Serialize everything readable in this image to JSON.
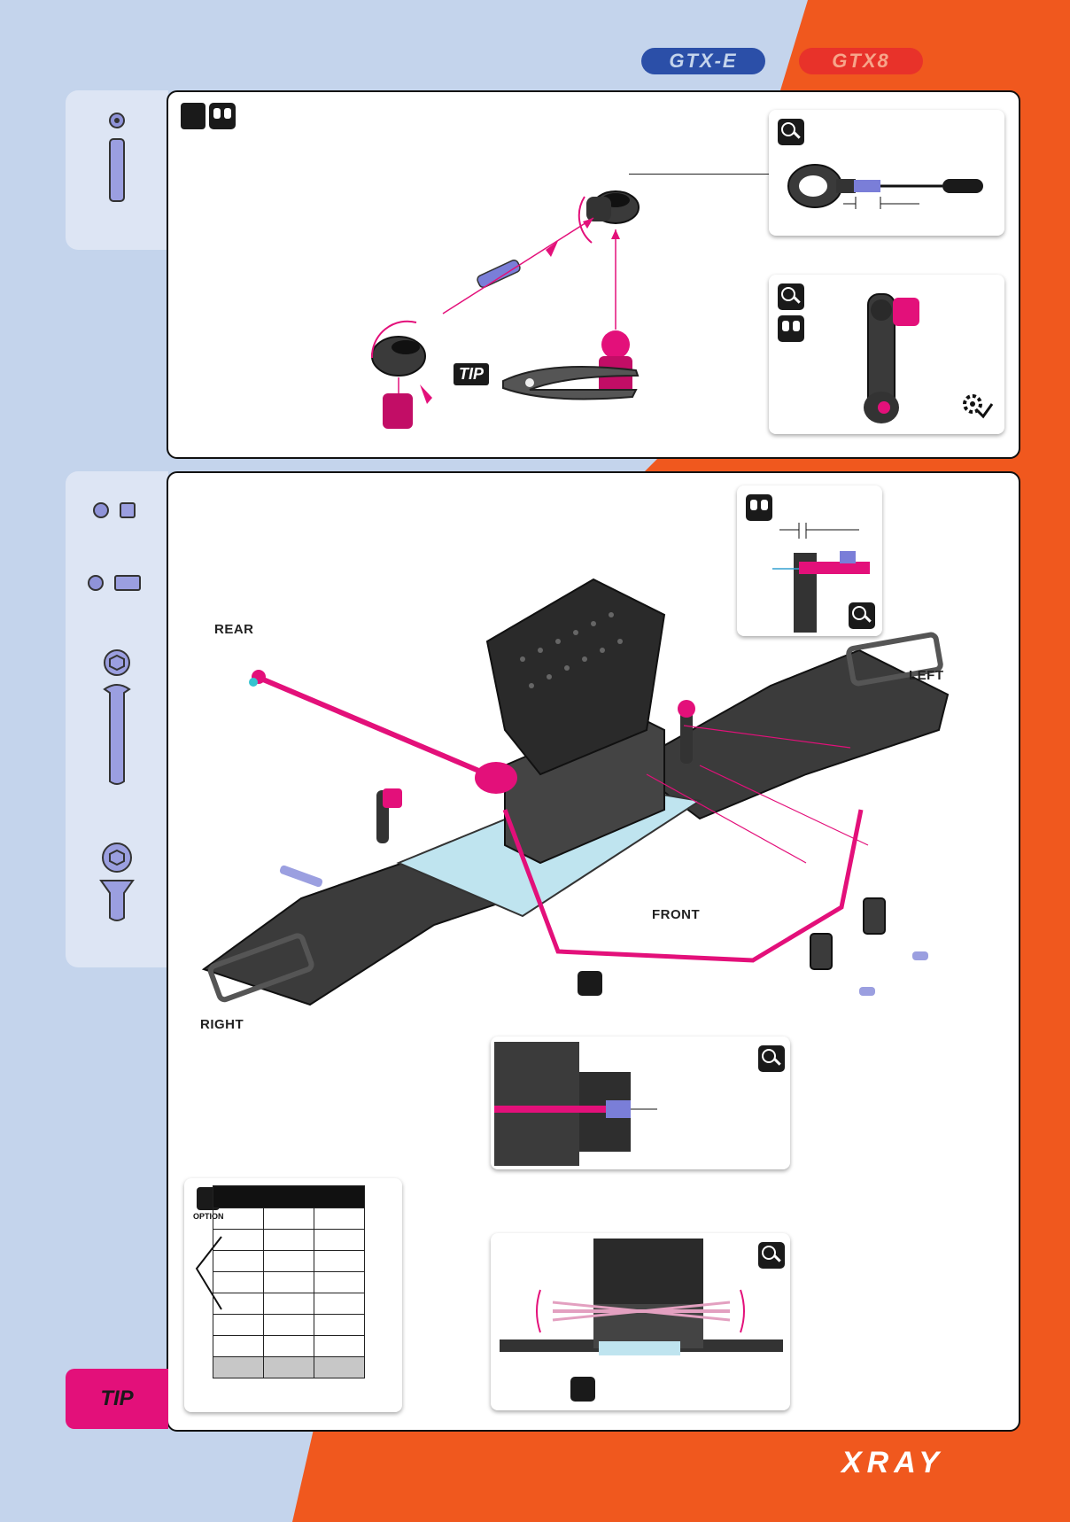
{
  "colors": {
    "blue_bg": "#c4d4ec",
    "orange_bg": "#f0581e",
    "pink": "#e3107a",
    "dark": "#1a1a1a"
  },
  "header": {
    "logo_left": "GTX-E",
    "logo_right": "GTX8"
  },
  "step_top": {
    "tip_label": "TIP",
    "icons": [
      "both-sides-icon",
      "zoom-icon",
      "settings-check-icon"
    ]
  },
  "step_main": {
    "labels": {
      "rear": "REAR",
      "left": "LEFT",
      "front": "FRONT",
      "right": "RIGHT"
    }
  },
  "option_panel": {
    "option_label": "OPTION"
  },
  "footer": {
    "brand": "XRAY",
    "corner_tab": "TIP"
  }
}
